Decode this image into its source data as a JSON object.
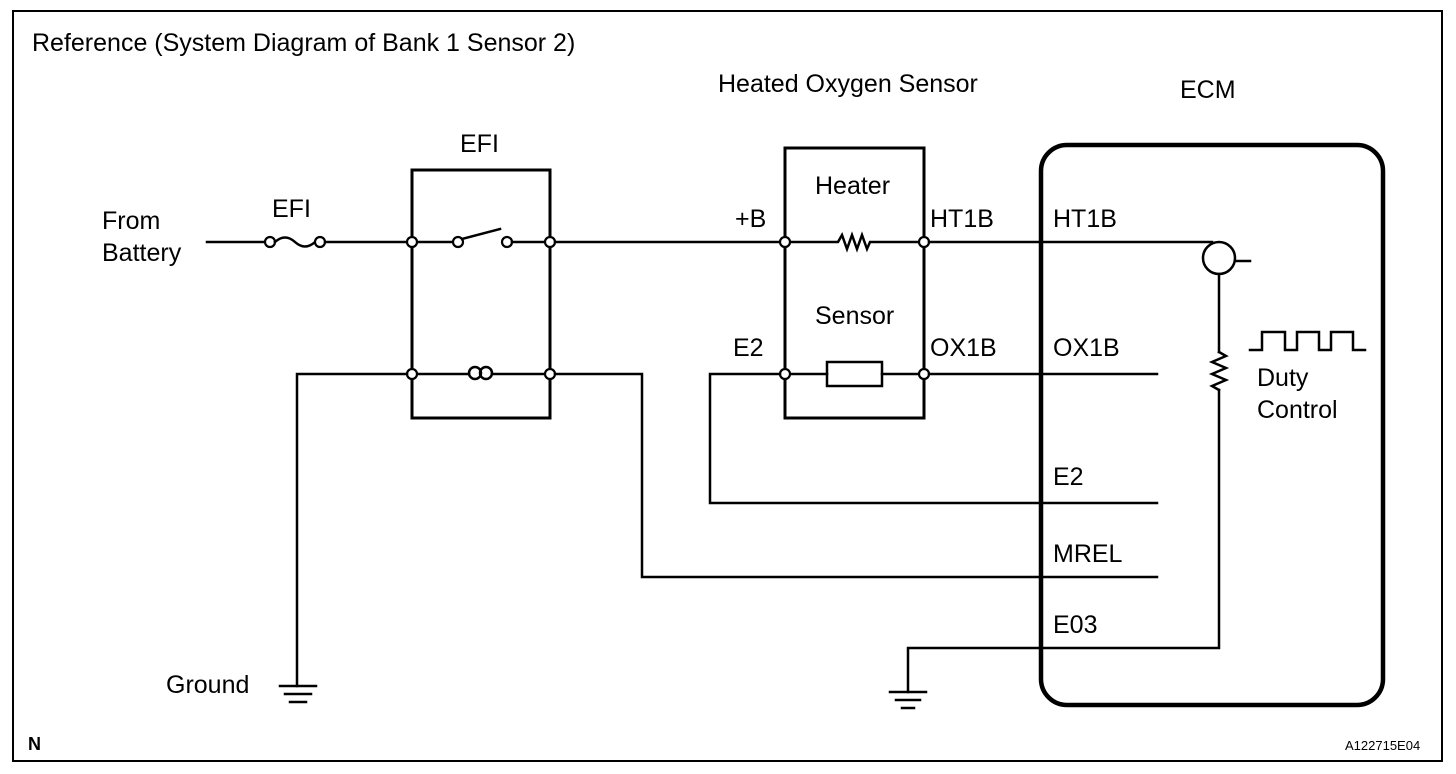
{
  "title": "Reference (System Diagram of Bank 1 Sensor 2)",
  "power_source": {
    "line1": "From",
    "line2": "Battery"
  },
  "fuse": {
    "label": "EFI"
  },
  "relay": {
    "label": "EFI"
  },
  "sensor": {
    "title": "Heated Oxygen Sensor",
    "heater_label": "Heater",
    "element_label": "Sensor",
    "pins": {
      "plus_b": "+B",
      "ht1b": "HT1B",
      "e2": "E2",
      "ox1b": "OX1B"
    }
  },
  "ecm": {
    "title": "ECM",
    "pins": {
      "ht1b": "HT1B",
      "ox1b": "OX1B",
      "e2": "E2",
      "mrel": "MREL",
      "e03": "E03"
    },
    "duty_control": {
      "line1": "Duty",
      "line2": "Control"
    }
  },
  "ground_label": "Ground",
  "corner_mark": "N",
  "figure_id": "A122715E04",
  "colors": {
    "line": "#000000",
    "background": "#ffffff"
  }
}
